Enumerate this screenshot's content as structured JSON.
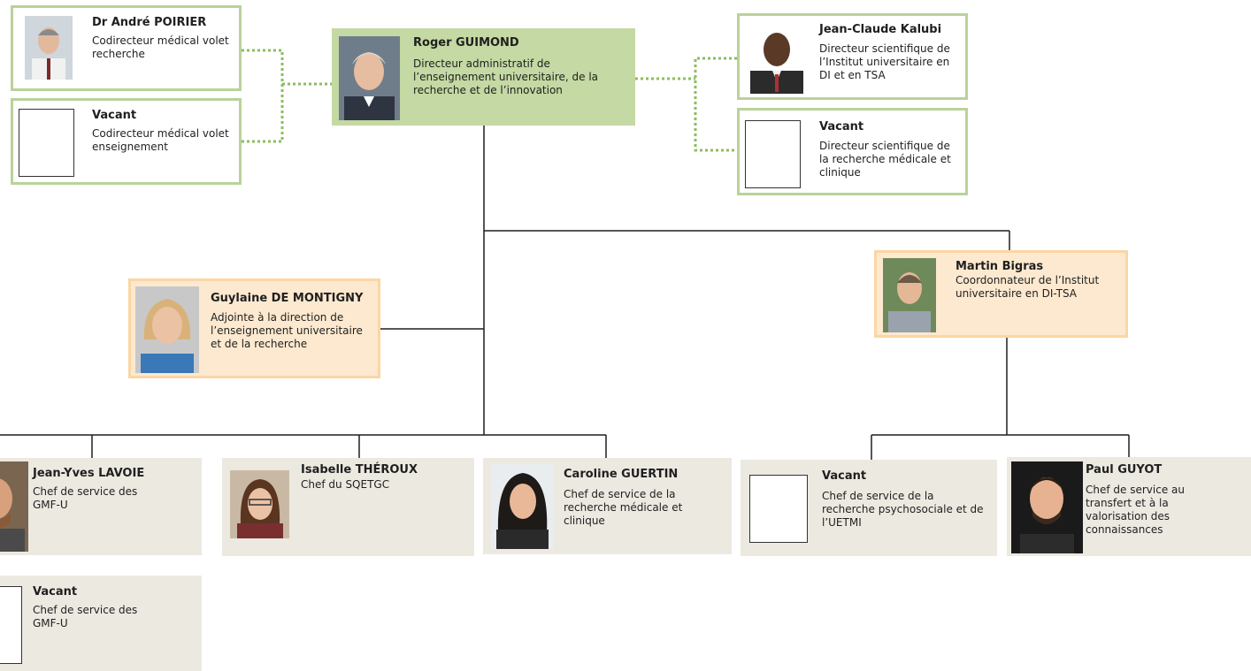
{
  "people": {
    "poirier": {
      "name": "Dr André POIRIER",
      "role": "Codirecteur médical volet recherche"
    },
    "vacant_codir": {
      "name": "Vacant",
      "role": "Codirecteur médical volet enseignement"
    },
    "guimond": {
      "name": "Roger GUIMOND",
      "role": "Directeur administratif de l’enseignement universitaire, de la recherche et de l’innovation"
    },
    "kalubi": {
      "name": "Jean-Claude Kalubi",
      "role": "Directeur scientifique de l’Institut universitaire en DI et en TSA"
    },
    "vacant_dirsci": {
      "name": "Vacant",
      "role": "Directeur scientifique de la recherche médicale et clinique"
    },
    "demontigny": {
      "name": "Guylaine DE MONTIGNY",
      "role": "Adjointe à la direction de l’enseignement universitaire et de la recherche"
    },
    "bigras": {
      "name": "Martin Bigras",
      "role": "Coordonnateur de l’Institut universitaire en DI-TSA"
    },
    "lavoie": {
      "name": "Jean-Yves LAVOIE",
      "role": "Chef de service des GMF-U"
    },
    "theroux": {
      "name": "Isabelle THÉROUX",
      "role": "Chef du SQETGC"
    },
    "guertin": {
      "name": "Caroline GUERTIN",
      "role": "Chef de service de la recherche médicale et clinique"
    },
    "vacant_psycho": {
      "name": "Vacant",
      "role": "Chef de service de la recherche psychosociale et de l’UETMI"
    },
    "guyot": {
      "name": "Paul GUYOT",
      "role": "Chef de service au transfert et à la valorisation des connaissances"
    },
    "vacant_gmf": {
      "name": "Vacant",
      "role": "Chef de service des GMF-U"
    }
  },
  "colors": {
    "green_border": "#b9d29a",
    "green_fill": "#c4d9a3",
    "peach_fill": "#fde9cf",
    "peach_border": "#fbd6a4",
    "gray_fill": "#ece9e1",
    "dotted_line": "#8dbd5f",
    "line": "#1f1f1f"
  }
}
